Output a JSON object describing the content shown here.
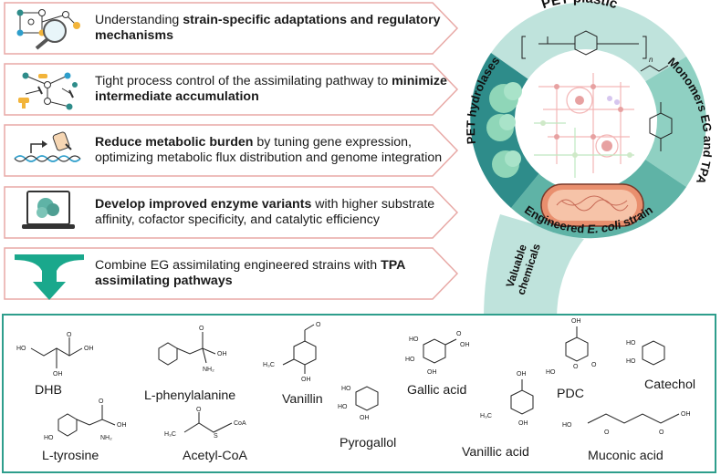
{
  "steps": [
    {
      "pre": "Understanding ",
      "bold": "strain-specific adaptations and regulatory mechanisms",
      "post": ""
    },
    {
      "pre": "Tight process control of the assimilating pathway to ",
      "bold": "minimize intermediate accumulation",
      "post": ""
    },
    {
      "pre": "",
      "bold": "Reduce metabolic burden",
      "post": " by tuning gene expression, optimizing metabolic flux distribution and genome integration"
    },
    {
      "pre": "",
      "bold": "Develop improved enzyme variants",
      "post": " with higher substrate affinity, cofactor specificity, and catalytic efficiency"
    },
    {
      "pre": "Combine EG assimilating engineered strains with ",
      "bold": "TPA assimilating pathways",
      "post": ""
    }
  ],
  "wheel": {
    "pet_plastic": "PET plastic",
    "pet_hydrolases": "PET hydrolases",
    "monomers": "Monomers EG and TPA",
    "engineered_strain_pre": "Engineered ",
    "engineered_strain_italic": "E. coli",
    "engineered_strain_post": " strain",
    "valuable_chemicals_1": "Valuable",
    "valuable_chemicals_2": "chemicals",
    "polymer_subscript": "n"
  },
  "chemicals": {
    "dhb": "DHB",
    "l_phenylalanine": "L-phenylalanine",
    "vanillin": "Vanillin",
    "pyrogallol": "Pyrogallol",
    "gallic_acid": "Gallic acid",
    "pdc": "PDC",
    "catechol": "Catechol",
    "l_tyrosine": "L-tyrosine",
    "acetyl_coa": "Acetyl-CoA",
    "vanillic_acid": "Vanillic acid",
    "muconic_acid": "Muconic acid"
  },
  "atoms": {
    "oh": "OH",
    "ho": "HO",
    "o": "O",
    "nh2": "NH₂",
    "h3c": "H₃C",
    "s": "S",
    "coa": "CoA"
  },
  "colors": {
    "teal_dark": "#2e8c8a",
    "teal_mid": "#5fb3a6",
    "teal_light": "#bfe3dc",
    "arrow_border": "#e8a9a6",
    "box_border": "#2e9e8c",
    "ecoli": "#e98f6e"
  }
}
